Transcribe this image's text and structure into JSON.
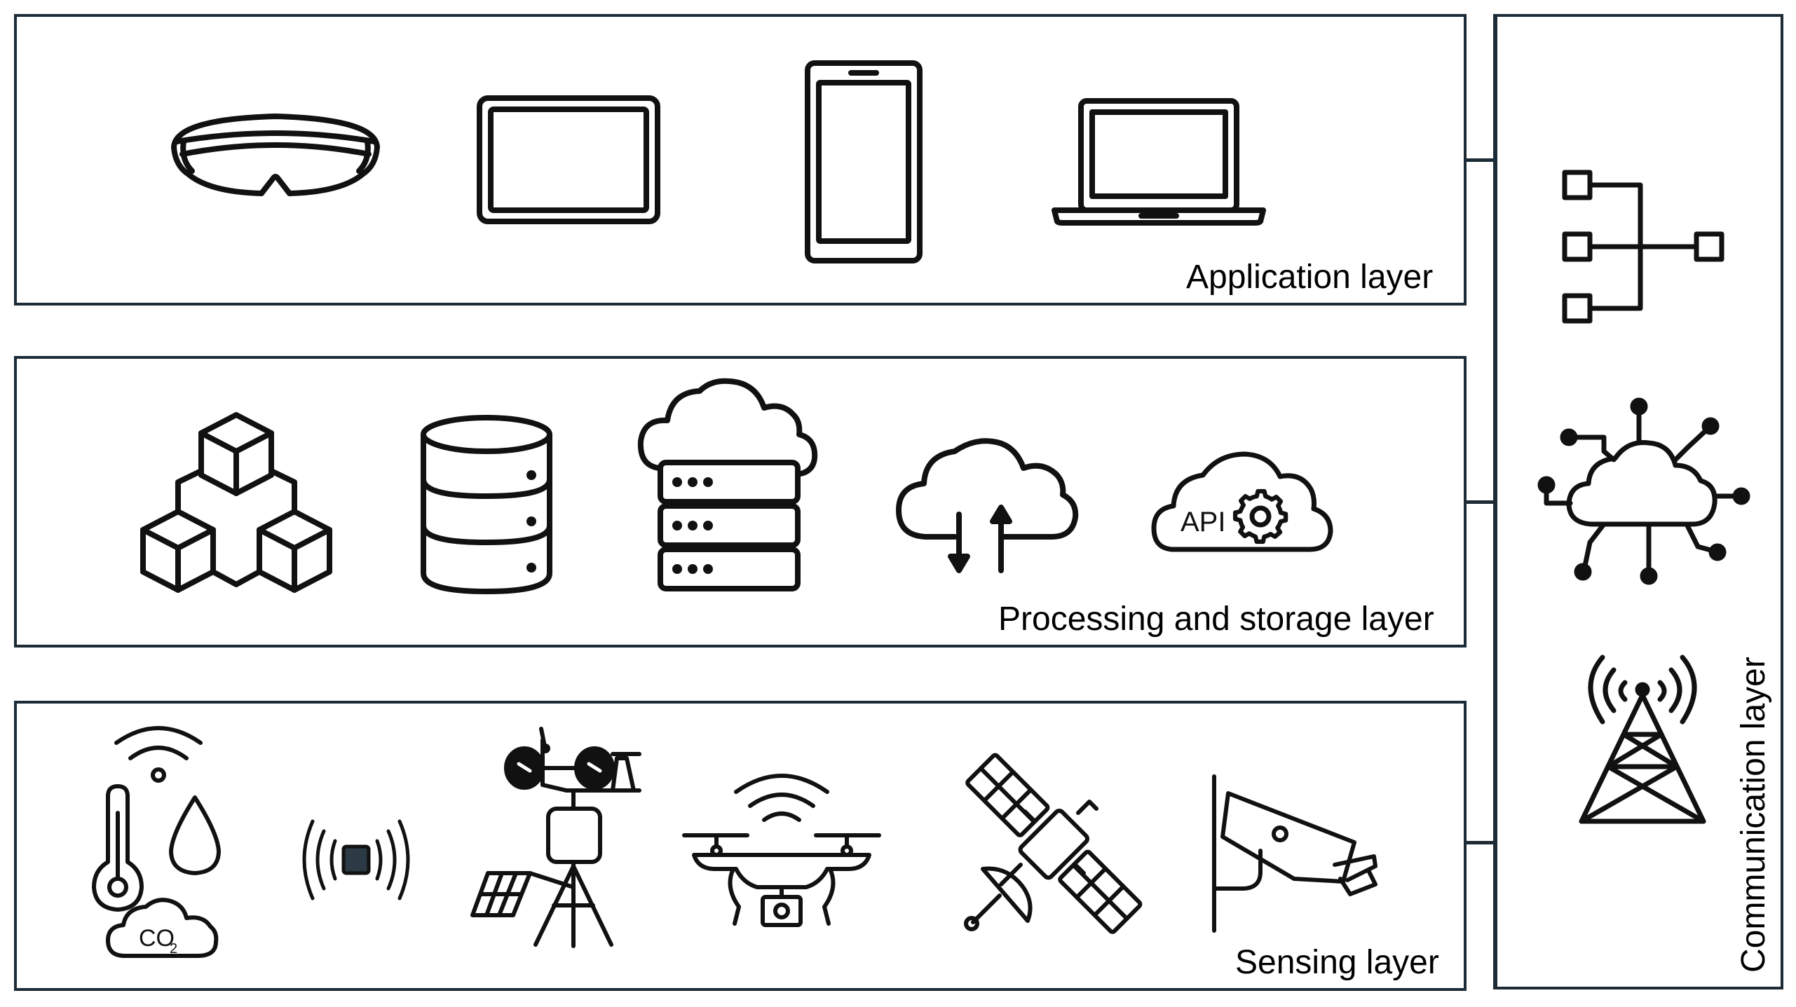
{
  "layers": {
    "application": {
      "label": "Application layer",
      "icons": [
        "ar-headset-icon",
        "tablet-icon",
        "smartphone-icon",
        "laptop-icon"
      ]
    },
    "processing": {
      "label": "Processing and storage layer",
      "icons": [
        "blockchain-icon",
        "database-icon",
        "cloud-server-icon",
        "cloud-transfer-icon",
        "cloud-api-icon"
      ],
      "api_text": "API"
    },
    "sensing": {
      "label": "Sensing layer",
      "icons": [
        "environment-sensors-icon",
        "rfid-tag-icon",
        "weather-station-icon",
        "drone-icon",
        "satellite-icon",
        "security-camera-icon"
      ],
      "co2_text": "CO",
      "co2_sub": "2"
    },
    "communication": {
      "label": "Communication layer",
      "icons": [
        "network-hierarchy-icon",
        "cloud-network-icon",
        "cell-tower-icon"
      ]
    }
  },
  "colors": {
    "border": "#1c2b36",
    "stroke": "#111111",
    "background": "#ffffff"
  }
}
